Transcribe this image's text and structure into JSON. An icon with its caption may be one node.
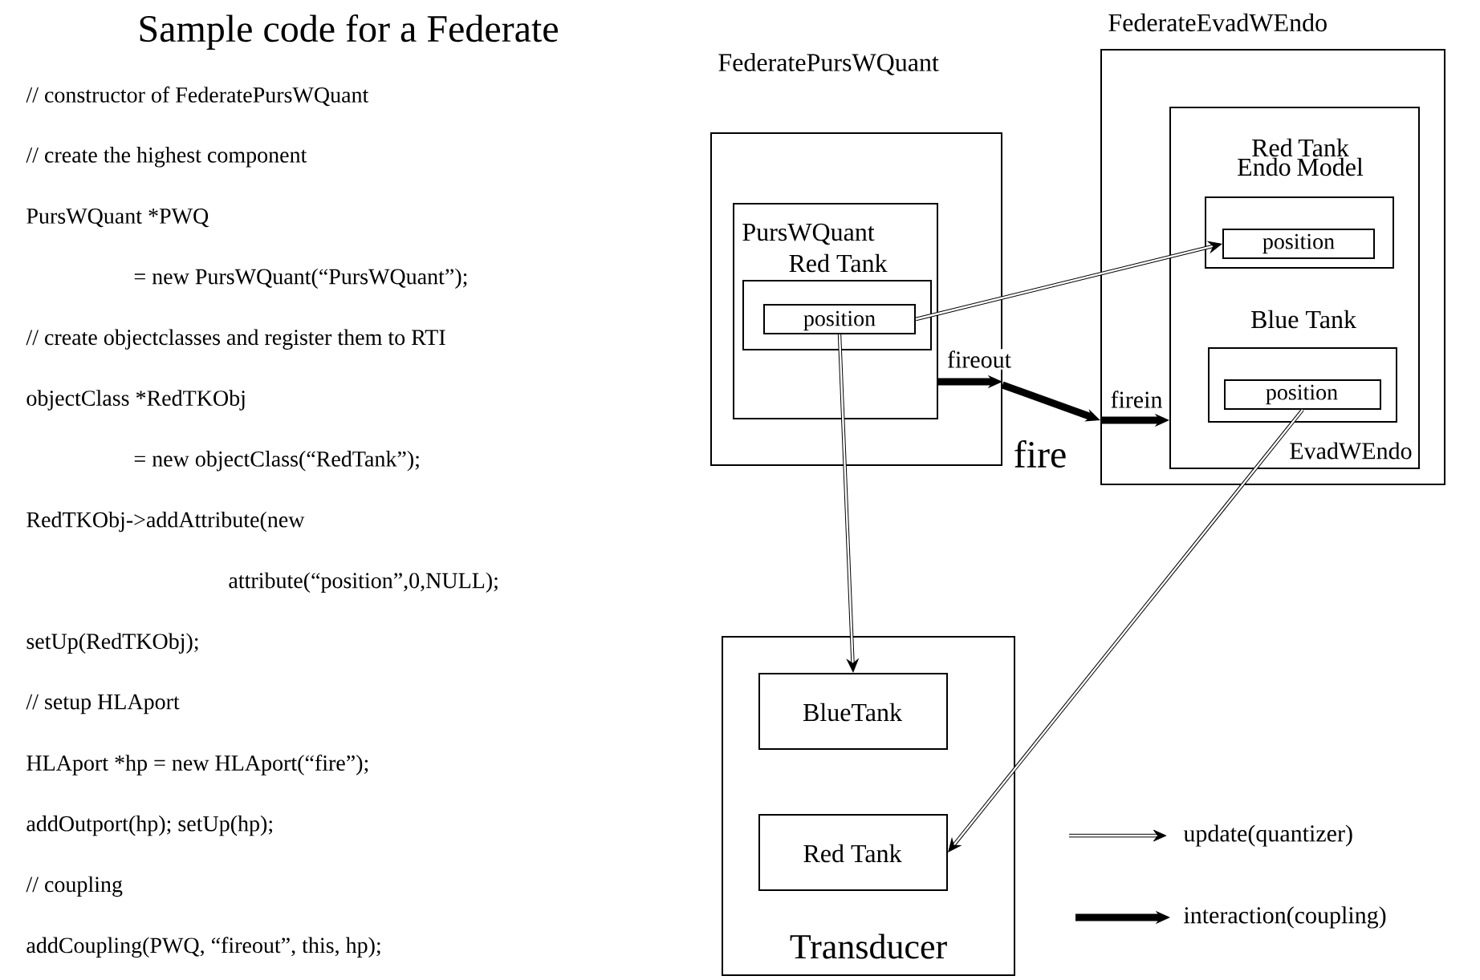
{
  "diagram": {
    "title": "Sample code for a Federate",
    "nodes": [
      {
        "text": [
          "FederatePursWQuant"
        ]
      },
      {
        "text": [
          "PursWQuant"
        ],
        "in": 0
      },
      {
        "text": [
          "Red Tank"
        ],
        "in": 1
      },
      {
        "text": [
          "position"
        ],
        "in": 2
      },
      {
        "text": [
          "FederateEvadWEndo"
        ]
      },
      {
        "text": [
          "EvadWEndo"
        ],
        "in": 4
      },
      {
        "text": [
          "Red Tank Endo Model"
        ],
        "in": 5
      },
      {
        "text": [
          "position"
        ],
        "in": 6
      },
      {
        "text": [
          "Blue Tank"
        ],
        "in": 5
      },
      {
        "text": [
          "position"
        ],
        "in": 8
      },
      {
        "text": [
          "Transducer"
        ]
      },
      {
        "text": [
          "BlueTank"
        ],
        "in": 10
      },
      {
        "text": [
          "Red Tank"
        ],
        "in": 10
      }
    ],
    "edges": [
      {
        "from": 3,
        "to": 7,
        "arrow": "to"
      },
      {
        "from": 1,
        "to": 0,
        "arrow": "to",
        "label": "fireout",
        "style": "thick"
      },
      {
        "from": 0,
        "to": 4,
        "arrow": "to",
        "label": "fire",
        "style": "thick"
      },
      {
        "from": 4,
        "to": 5,
        "arrow": "to",
        "label": "firein",
        "style": "thick"
      },
      {
        "from": 3,
        "to": 11,
        "arrow": "to"
      },
      {
        "from": 9,
        "to": 12,
        "arrow": "to"
      }
    ],
    "labels": [
      "// constructor of FederatePursWQuant",
      "// create the highest component",
      "PursWQuant *PWQ",
      "=  new PursWQuant(“PursWQuant”);",
      "// create objectclasses and register them to RTI",
      "objectClass  *RedTKObj",
      "= new  objectClass(“RedTank”);",
      "RedTKObj->addAttribute(new",
      "attribute(“position”,0,NULL);",
      "setUp(RedTKObj);",
      "// setup HLAport",
      "HLAport *hp = new HLAport(“fire”);",
      "addOutport(hp);   setUp(hp);",
      "// coupling",
      "addCoupling(PWQ, “fireout”, this, hp);"
    ],
    "legend": [
      {
        "text": "update(quantizer)"
      },
      {
        "text": "interaction(coupling)"
      }
    ]
  }
}
